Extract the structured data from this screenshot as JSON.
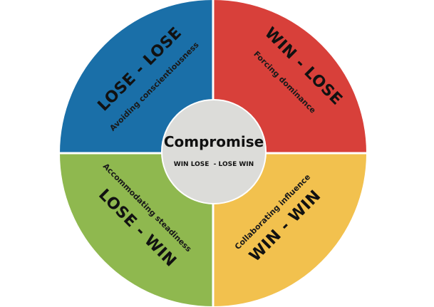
{
  "center": {
    "title": "Compromise",
    "subtitle": "WIN LOSE  - LOSE WIN",
    "color": "#dcdcd9"
  },
  "quadrants": {
    "top_left": {
      "title": "LOSE - LOSE",
      "subtitle": "Avoiding conscientiousness",
      "color": "#1a6fa8"
    },
    "top_right": {
      "title": "WIN - LOSE",
      "subtitle": "Forcing dominance",
      "color": "#d8403a"
    },
    "bottom_left": {
      "title": "LOSE - WIN",
      "subtitle": "Accommodating steadiness",
      "color": "#8fb84f"
    },
    "bottom_right": {
      "title": "WIN - WIN",
      "subtitle": "Collaborating influence",
      "color": "#f2c14e"
    }
  }
}
